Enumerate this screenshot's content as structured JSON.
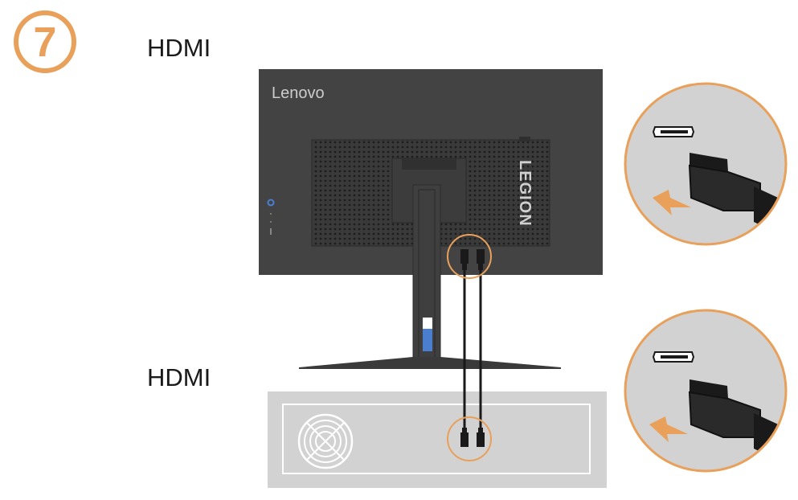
{
  "step": {
    "number": "7"
  },
  "labels": {
    "top": "HDMI",
    "bottom": "HDMI"
  },
  "monitor": {
    "brand_text": "Lenovo",
    "logo_text": "LEGION"
  },
  "icons": {
    "step_badge": "circled-number-icon",
    "hdmi_port": "hdmi-port-icon",
    "hdmi_plug": "hdmi-plug-icon",
    "insert_arrow": "arrow-icon",
    "fan": "fan-icon"
  },
  "colors": {
    "accent": "#e8a05a",
    "monitor_body": "#434343",
    "pc_case": "#d2d2d2",
    "cable": "#1a1a1a",
    "indicator_blue": "#4a7fd0"
  }
}
